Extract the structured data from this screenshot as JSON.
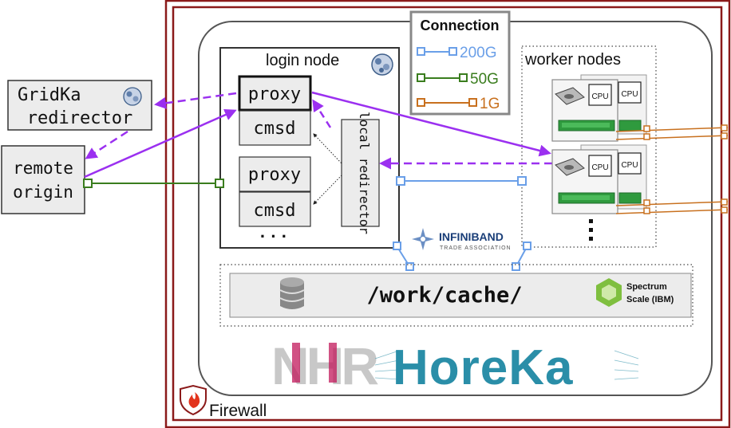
{
  "firewall": {
    "label": "Firewall"
  },
  "login_node": {
    "label": "login node",
    "ellipsis": "· · ·"
  },
  "worker_nodes": {
    "label": "worker nodes",
    "ellipsis_dots": 3
  },
  "boxes": {
    "proxy_1": "proxy",
    "cmsd_1": "cmsd",
    "proxy_2": "proxy",
    "cmsd_2": "cmsd",
    "local_redirector": "local redirector",
    "gridka_line1": "GridKa",
    "gridka_line2": "redirector",
    "remote_line1": "remote",
    "remote_line2": "origin",
    "storage_path": "/work/cache/",
    "cpu": "CPU"
  },
  "legend": {
    "title": "Connection",
    "items": [
      {
        "label": "200G",
        "color": "#6a9fe8"
      },
      {
        "label": "50G",
        "color": "#3a7d1e"
      },
      {
        "label": "1G",
        "color": "#c8701e"
      }
    ]
  },
  "logos": {
    "infiniband_name": "INFINIBAND",
    "infiniband_sub": "TRADE ASSOCIATION",
    "spectrum_line1": "Spectrum",
    "spectrum_line2": "Scale (IBM)",
    "nhr": "NHR",
    "horeka": "HoreKa"
  },
  "colors": {
    "firewall": "#8b1a1a",
    "flow_arrow": "#9b30f0",
    "link_200g": "#6a9fe8",
    "link_50g": "#3a7d1e",
    "link_1g": "#c8701e",
    "box_fill": "#ececec",
    "nhr_logo": "#c8c8c8",
    "nhr_accent": "#c2185b",
    "horeka_logo": "#2a8ea8"
  }
}
